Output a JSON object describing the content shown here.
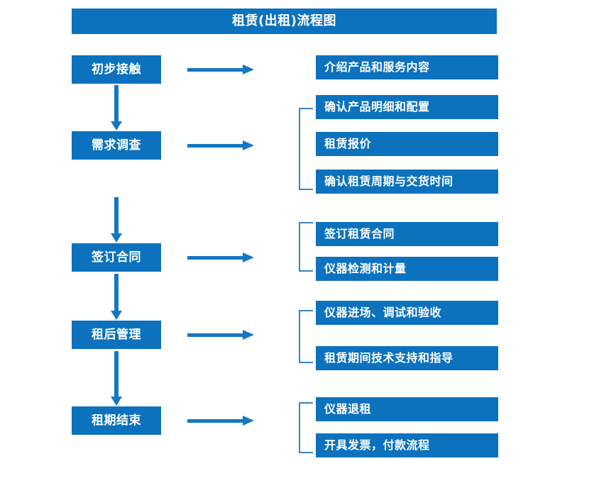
{
  "title": {
    "text": "租赁(出租)流程图"
  },
  "colors": {
    "box_blue": "#0C72BE",
    "arrow_blue": "#1577C2",
    "bracket_blue": "#3C83C4",
    "box_text": "#FFFFFF",
    "background": "#FFFFFF"
  },
  "stages": [
    {
      "id": "initial-contact",
      "label": "初步接触"
    },
    {
      "id": "needs-survey",
      "label": "需求调查"
    },
    {
      "id": "sign-contract",
      "label": "签订合同"
    },
    {
      "id": "post-rental-mgmt",
      "label": "租后管理"
    },
    {
      "id": "lease-end",
      "label": "租期结束"
    }
  ],
  "details": [
    {
      "id": "introduce-products",
      "label": "介绍产品和服务内容"
    },
    {
      "id": "confirm-spec-config",
      "label": "确认产品明细和配置"
    },
    {
      "id": "rental-quote",
      "label": "租赁报价"
    },
    {
      "id": "confirm-period",
      "label": "确认租赁周期与交货时间"
    },
    {
      "id": "sign-rental-contract",
      "label": "签订租赁合同"
    },
    {
      "id": "instrument-test",
      "label": "仪器检测和计量"
    },
    {
      "id": "instrument-onsite",
      "label": "仪器进场、调试和验收"
    },
    {
      "id": "tech-support",
      "label": "租赁期间技术支持和指导"
    },
    {
      "id": "instrument-return",
      "label": "仪器退租"
    },
    {
      "id": "invoice-payment",
      "label": "开具发票，付款流程"
    }
  ],
  "arrows": {
    "horizontal_count": 5,
    "vertical_count": 4
  },
  "brackets": {
    "count": 4
  }
}
